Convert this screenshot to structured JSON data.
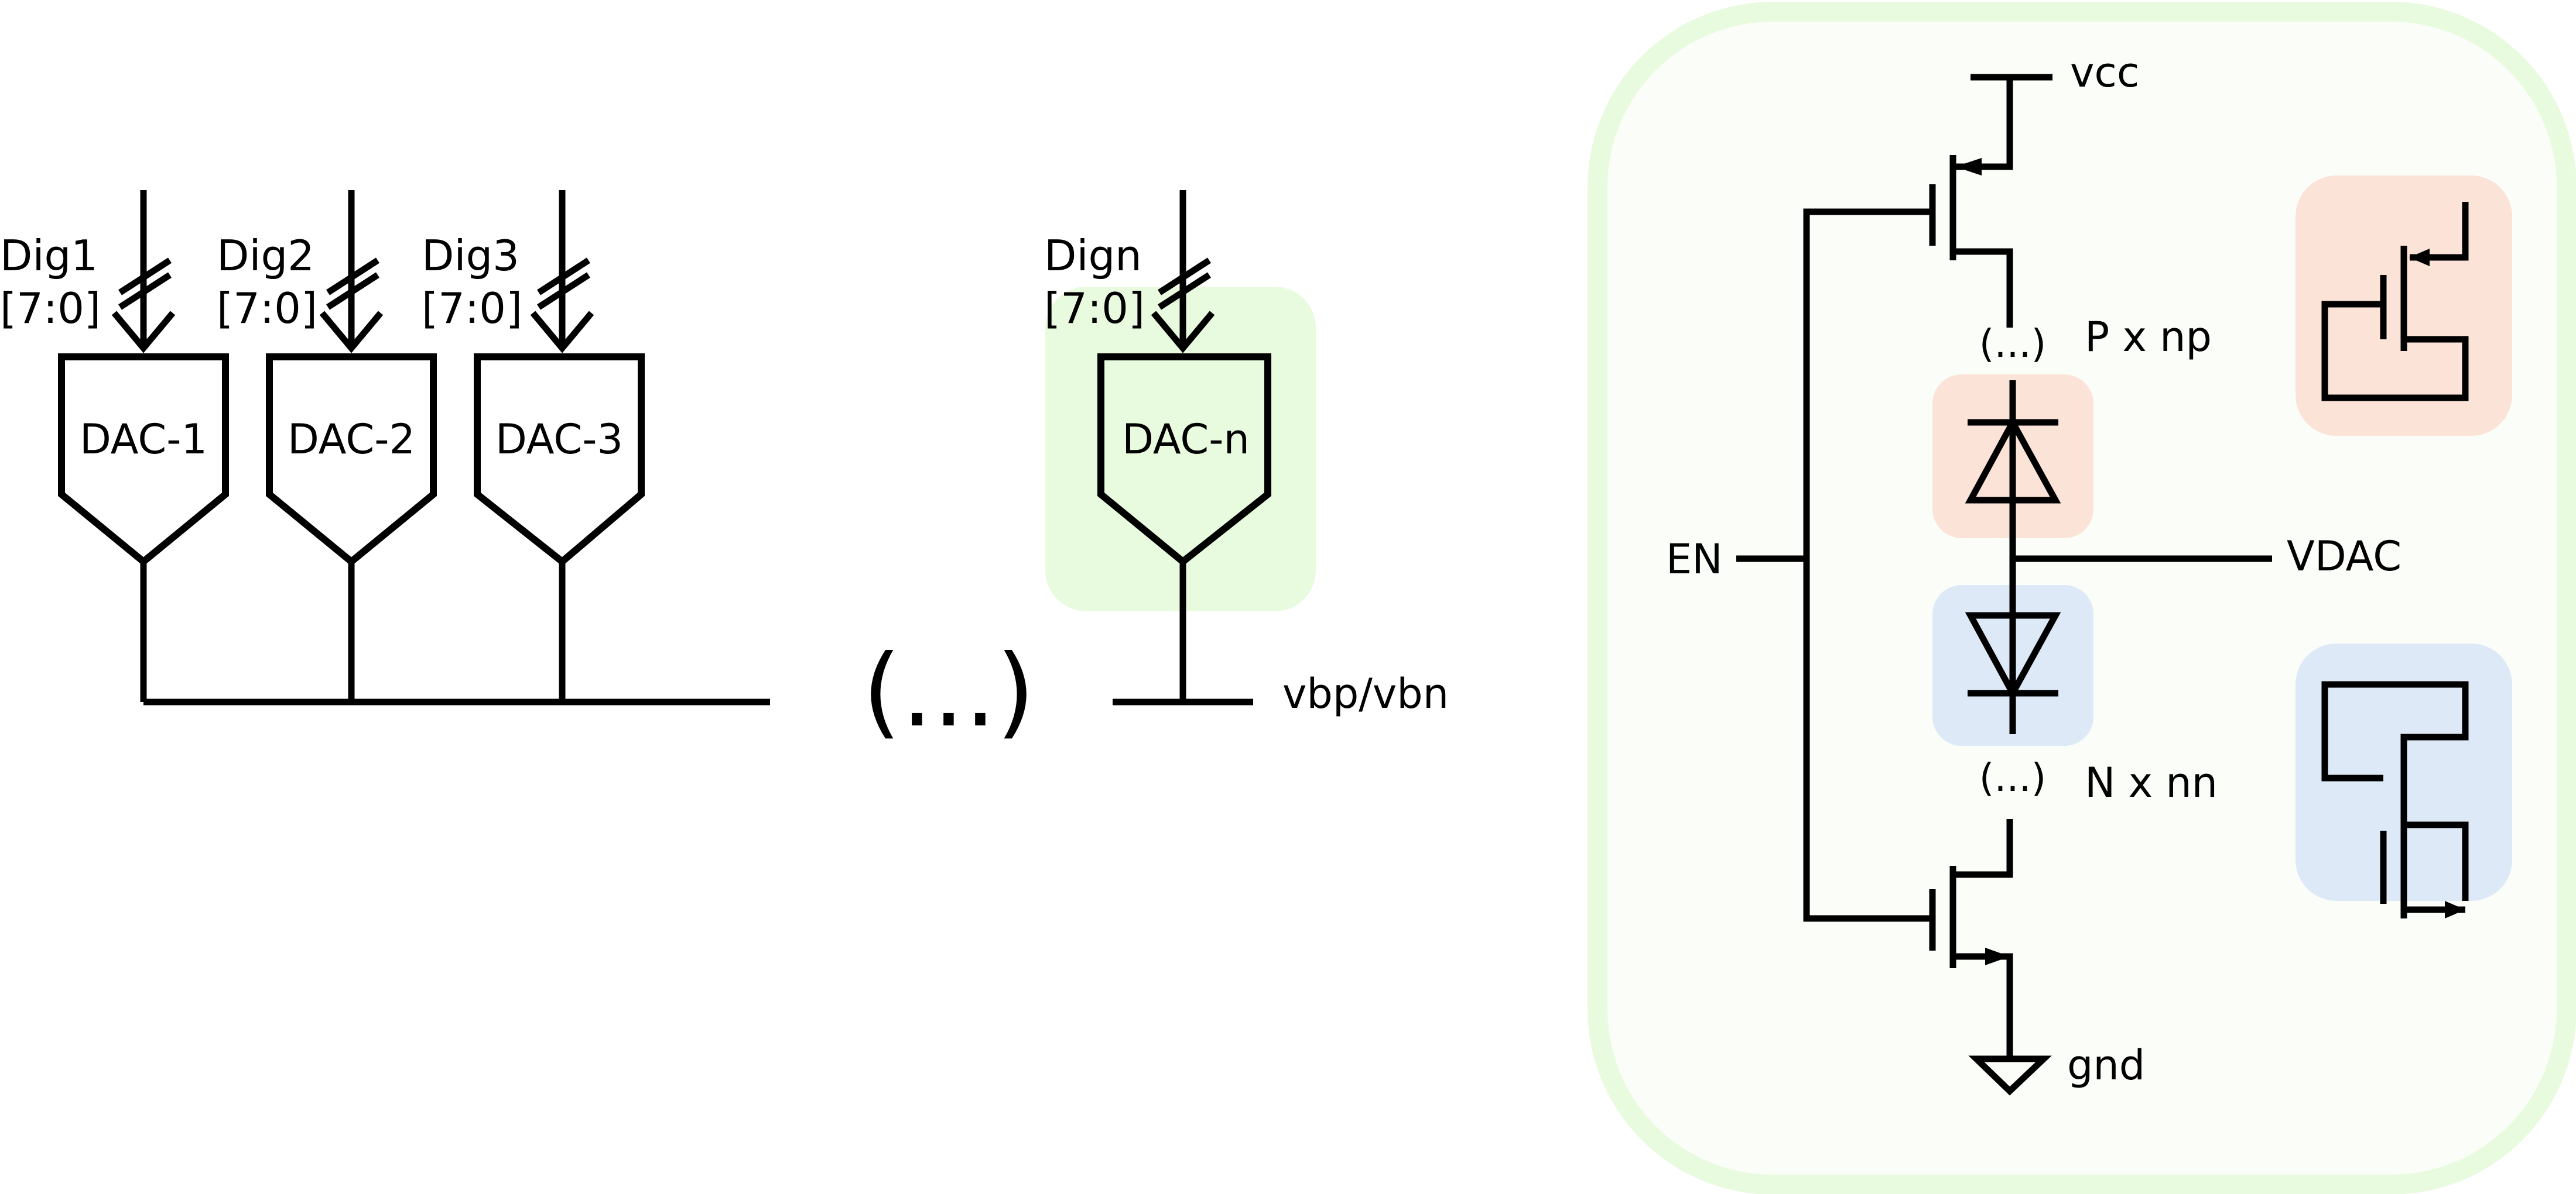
{
  "colors": {
    "stroke": "#000000",
    "panel_fill": "#fbfdf8",
    "panel_stroke": "#e9fbdf",
    "highlight_green": "#e9fbdf",
    "highlight_red": "#fbe3d8",
    "highlight_blue": "#dee9f8"
  },
  "dacs": [
    {
      "input_name": "Dig1",
      "bus": "[7:0]",
      "label": "DAC-1"
    },
    {
      "input_name": "Dig2",
      "bus": "[7:0]",
      "label": "DAC-2"
    },
    {
      "input_name": "Dig3",
      "bus": "[7:0]",
      "label": "DAC-3"
    },
    {
      "input_name": "Dign",
      "bus": "[7:0]",
      "label": "DAC-n"
    }
  ],
  "ellipsis_big": "(...)",
  "output_label": "vbp/vbn",
  "circuit": {
    "vcc": "vcc",
    "gnd": "gnd",
    "en": "EN",
    "vdac": "VDAC",
    "p_ellipsis": "(...)",
    "p_label": "P x np",
    "n_ellipsis": "(...)",
    "n_label": "N x nn"
  }
}
